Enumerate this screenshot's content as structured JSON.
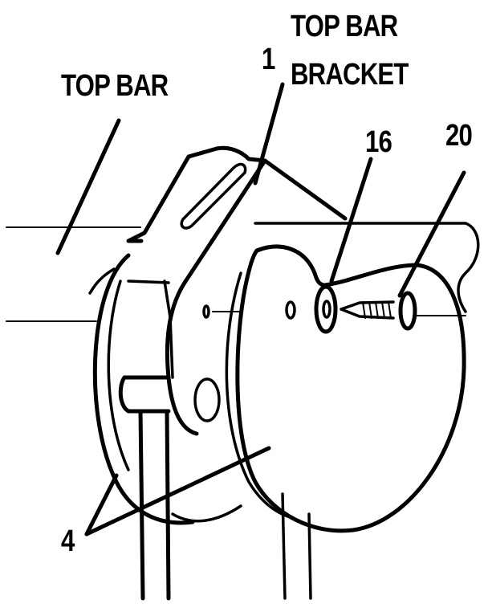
{
  "labels": {
    "top_bar": "TOP BAR",
    "callout_1": "1",
    "top_bar_bracket_line1": "TOP BAR",
    "top_bar_bracket_line2": "BRACKET",
    "callout_16": "16",
    "callout_20": "20",
    "callout_4": "4"
  }
}
